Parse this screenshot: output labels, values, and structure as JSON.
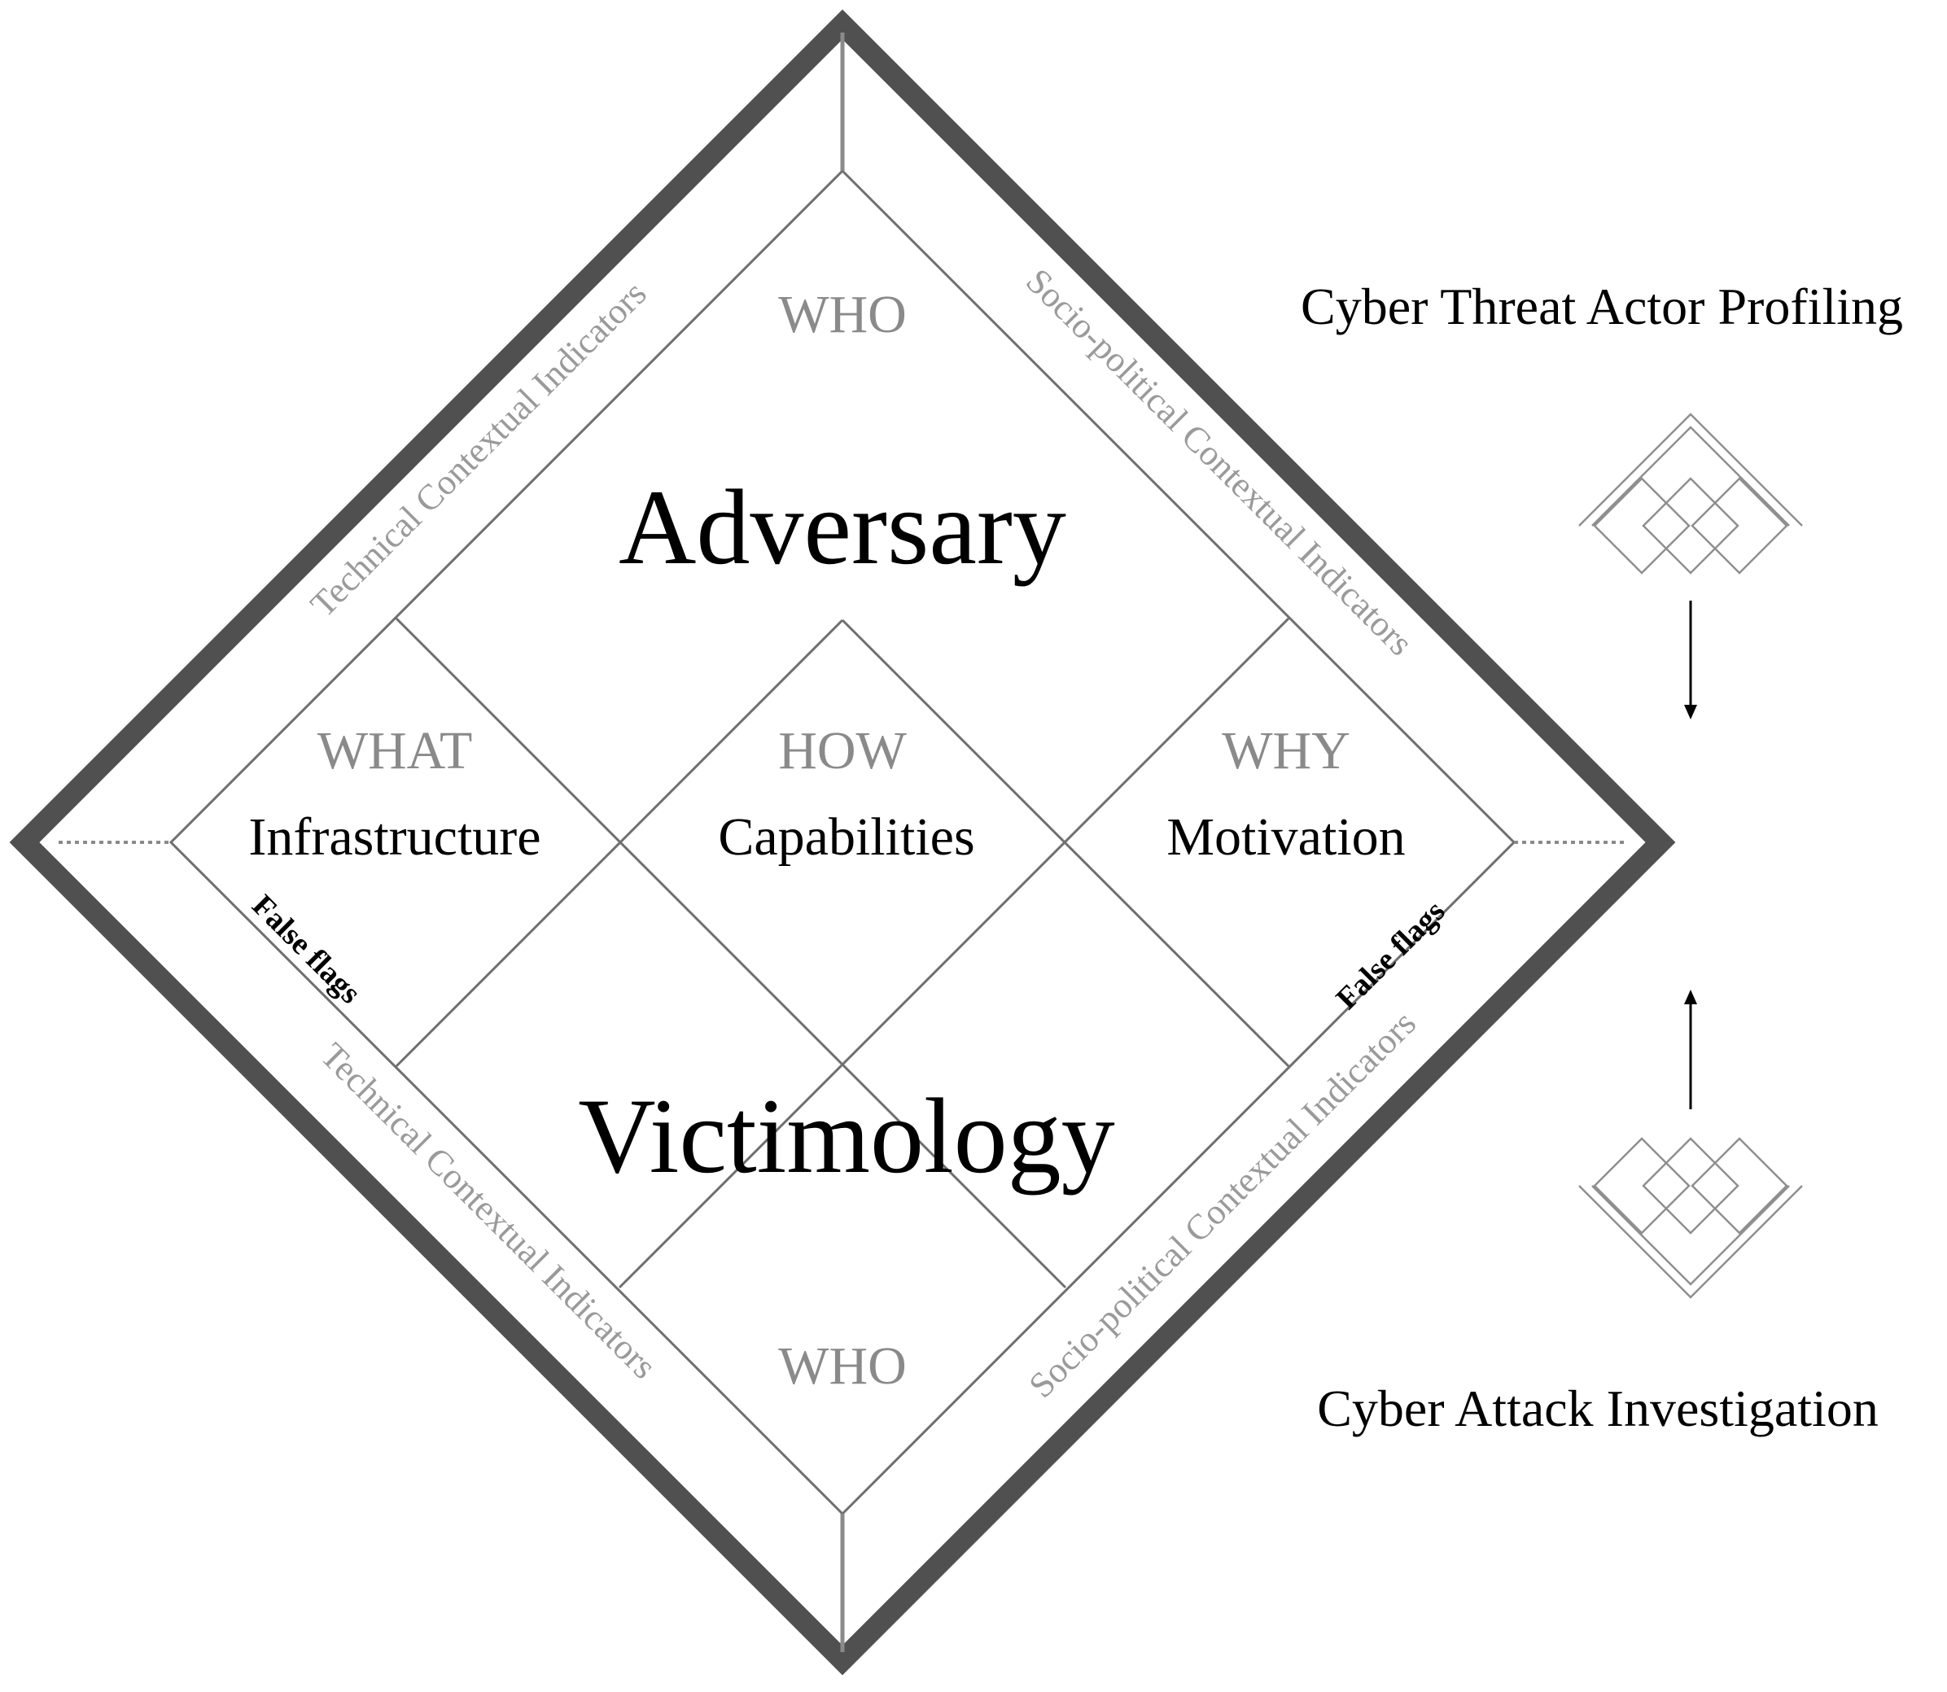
{
  "diagram": {
    "questions": {
      "who_top": "WHO",
      "what": "WHAT",
      "how": "HOW",
      "why": "WHY",
      "who_bottom": "WHO"
    },
    "nodes": {
      "adversary": "Adversary",
      "infrastructure": "Infrastructure",
      "capabilities": "Capabilities",
      "motivation": "Motivation",
      "victimology": "Victimology"
    },
    "indicators": {
      "technical_upper": "Technical Contextual Indicators",
      "sociopolitical_upper": "Socio-political Contextual Indicators",
      "technical_lower": "Technical Contextual Indicators",
      "sociopolitical_lower": "Socio-political Contextual Indicators"
    },
    "false_flags": {
      "left": "False flags",
      "right": "False flags"
    },
    "side": {
      "top_title": "Cyber Threat Actor Profiling",
      "bottom_title": "Cyber Attack Investigation"
    },
    "colors": {
      "outer_frame": "#505050",
      "inner_lines": "#8a8a8a",
      "question_text": "#8a8a8a",
      "main_text": "#000000"
    }
  }
}
